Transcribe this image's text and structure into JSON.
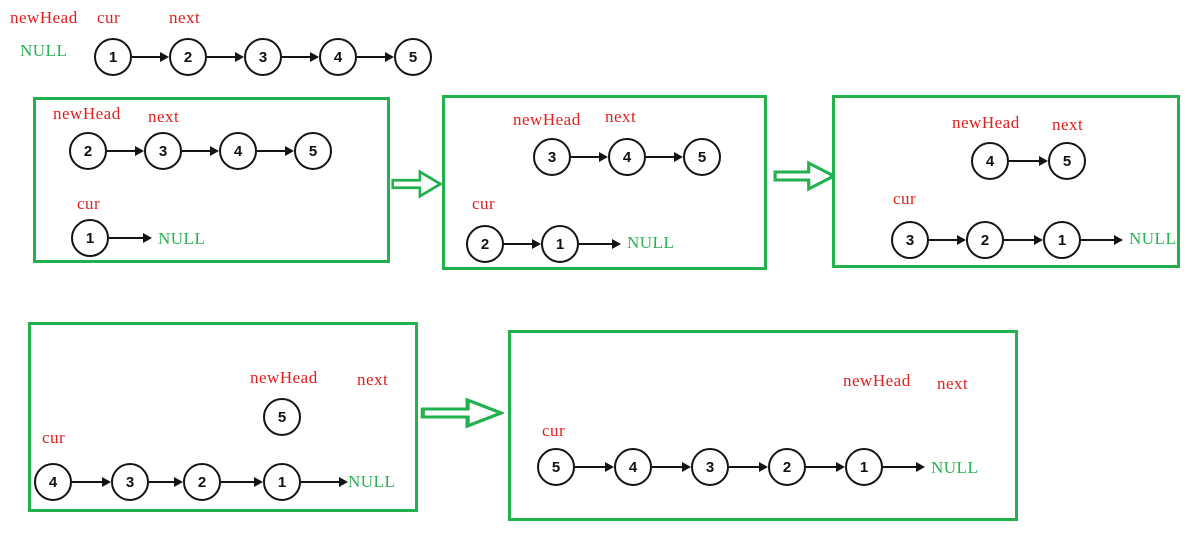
{
  "diagram_title": "linked-list-reversal-steps",
  "colors": {
    "pointer_label_red": "#e02020",
    "null_text_green": "#27b351",
    "box_border_green": "#22b14c",
    "node_stroke": "#141414"
  },
  "top_list": {
    "new_head_label": "newHead",
    "cur_label": "cur",
    "next_label": "next",
    "null_label": "NULL",
    "nodes": [
      "1",
      "2",
      "3",
      "4",
      "5"
    ]
  },
  "steps": [
    {
      "id": "step-1",
      "new_head_label": "newHead",
      "next_label": "next",
      "cur_label": "cur",
      "null_label": "NULL",
      "upper_nodes": [
        "2",
        "3",
        "4",
        "5"
      ],
      "lower_nodes": [
        "1"
      ]
    },
    {
      "id": "step-2",
      "new_head_label": "newHead",
      "next_label": "next",
      "cur_label": "cur",
      "null_label": "NULL",
      "upper_nodes": [
        "3",
        "4",
        "5"
      ],
      "lower_nodes": [
        "2",
        "1"
      ]
    },
    {
      "id": "step-3",
      "new_head_label": "newHead",
      "next_label": "next",
      "cur_label": "cur",
      "null_label": "NULL",
      "upper_nodes": [
        "4",
        "5"
      ],
      "lower_nodes": [
        "3",
        "2",
        "1"
      ]
    },
    {
      "id": "step-4",
      "new_head_label": "newHead",
      "next_label": "next",
      "cur_label": "cur",
      "null_label": "NULL",
      "upper_nodes": [
        "5"
      ],
      "lower_nodes": [
        "4",
        "3",
        "2",
        "1"
      ]
    },
    {
      "id": "step-5",
      "new_head_label": "newHead",
      "next_label": "next",
      "cur_label": "cur",
      "null_label": "NULL",
      "upper_nodes": [],
      "lower_nodes": [
        "5",
        "4",
        "3",
        "2",
        "1"
      ]
    }
  ]
}
